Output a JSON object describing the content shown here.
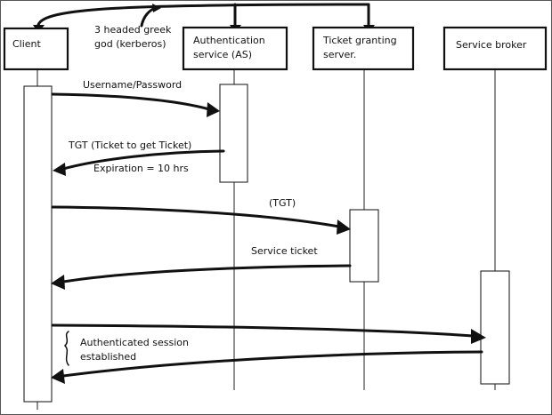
{
  "participants": [
    {
      "id": "client",
      "label_lines": [
        "Client"
      ]
    },
    {
      "id": "as",
      "label_lines": [
        "Authentication",
        "service (AS)"
      ]
    },
    {
      "id": "tgs",
      "label_lines": [
        "Ticket granting",
        "server."
      ]
    },
    {
      "id": "broker",
      "label_lines": [
        "Service broker"
      ]
    }
  ],
  "annotation": {
    "lines": [
      "3 headed greek",
      "god (kerberos)"
    ]
  },
  "messages": [
    {
      "id": "m1",
      "from": "client",
      "to": "as",
      "lines": [
        "Username/Password"
      ]
    },
    {
      "id": "m2",
      "from": "as",
      "to": "client",
      "lines": [
        "TGT (Ticket to get Ticket)",
        "Expiration = 10 hrs"
      ]
    },
    {
      "id": "m3",
      "from": "client",
      "to": "tgs",
      "lines": [
        "(TGT)"
      ]
    },
    {
      "id": "m4",
      "from": "tgs",
      "to": "client",
      "lines": [
        "Service ticket"
      ]
    },
    {
      "id": "m5",
      "from": "client",
      "to": "broker",
      "lines": []
    },
    {
      "id": "m6",
      "from": "broker",
      "to": "client",
      "lines": []
    }
  ],
  "session_note": {
    "lines": [
      "Authenticated session",
      "established"
    ]
  }
}
